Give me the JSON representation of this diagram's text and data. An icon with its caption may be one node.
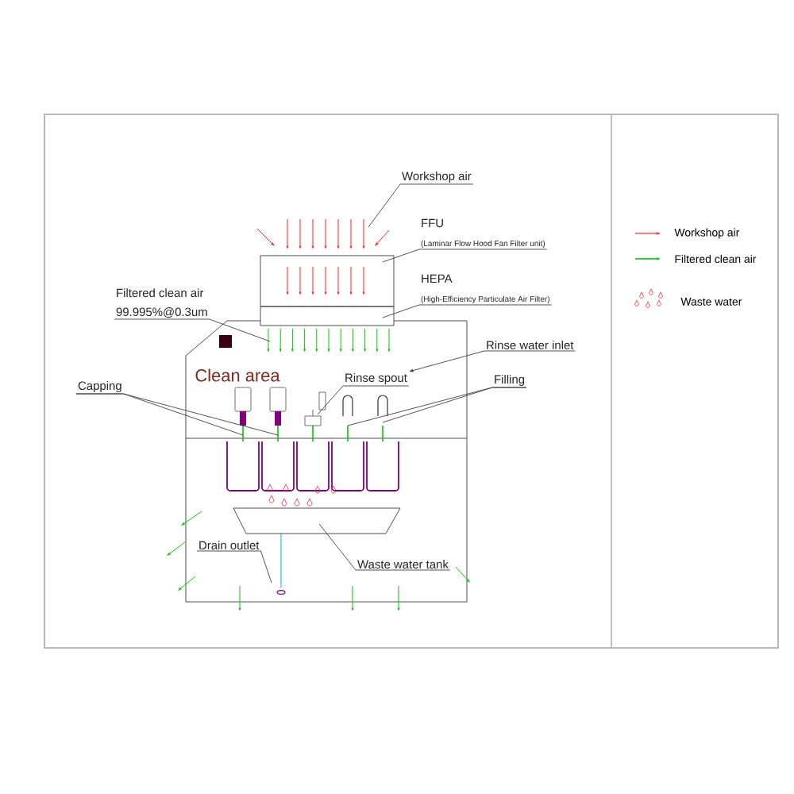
{
  "diagram": {
    "nodes": [
      {
        "text": [
          "Workshop air"
        ]
      },
      {
        "text": [
          "FFU",
          "(Laminar Flow Hood Fan Filter unit)"
        ]
      },
      {
        "text": [
          "HEPA",
          "(High-Efficiency Particulate Air Filter)"
        ]
      },
      {
        "text": [
          "Filtered clean air",
          "99.995%@0.3um"
        ]
      },
      {
        "text": [
          "Rinse water inlet"
        ]
      },
      {
        "text": [
          "Filling"
        ]
      },
      {
        "text": [
          "Capping"
        ]
      },
      {
        "text": [
          "Rinse spout"
        ]
      },
      {
        "text": [
          "Drain outlet"
        ]
      },
      {
        "text": [
          "Waste water tank"
        ]
      }
    ],
    "edges": [
      {
        "from": 0,
        "to": null,
        "arrow": "none"
      },
      {
        "from": 1,
        "to": null,
        "arrow": "none"
      },
      {
        "from": 2,
        "to": null,
        "arrow": "none"
      },
      {
        "from": 3,
        "to": null,
        "arrow": "none"
      },
      {
        "from": 4,
        "to": 7,
        "arrow": "to"
      },
      {
        "from": 5,
        "to": null,
        "arrow": "none"
      },
      {
        "from": 5,
        "to": null,
        "arrow": "none"
      },
      {
        "from": 6,
        "to": null,
        "arrow": "none"
      },
      {
        "from": 6,
        "to": null,
        "arrow": "none"
      },
      {
        "from": 7,
        "to": null,
        "arrow": "none"
      },
      {
        "from": 8,
        "to": null,
        "arrow": "none"
      },
      {
        "from": 9,
        "to": null,
        "arrow": "none"
      }
    ],
    "labels": [
      "Clean area"
    ],
    "legend": [
      {
        "text": "Workshop air"
      },
      {
        "text": "Filtered clean air"
      },
      {
        "text": "Waste water"
      }
    ]
  }
}
